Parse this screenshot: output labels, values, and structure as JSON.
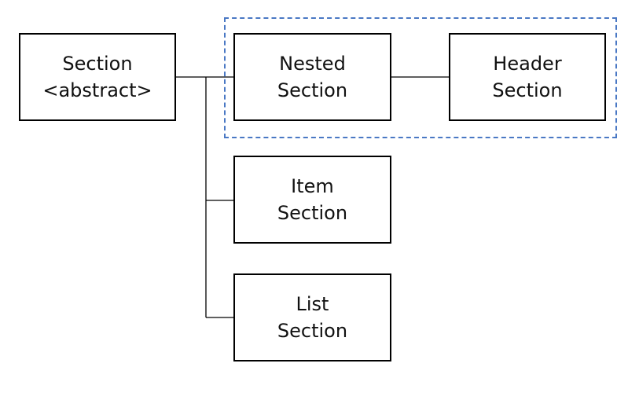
{
  "diagram": {
    "nodes": {
      "section": {
        "line1": "Section",
        "line2": "<abstract>"
      },
      "nested": {
        "line1": "Nested",
        "line2": "Section"
      },
      "header": {
        "line1": "Header",
        "line2": "Section"
      },
      "item": {
        "line1": "Item",
        "line2": "Section"
      },
      "list": {
        "line1": "List",
        "line2": "Section"
      }
    },
    "group_border_color": "#4a78c4",
    "connector_color": "#000000"
  }
}
